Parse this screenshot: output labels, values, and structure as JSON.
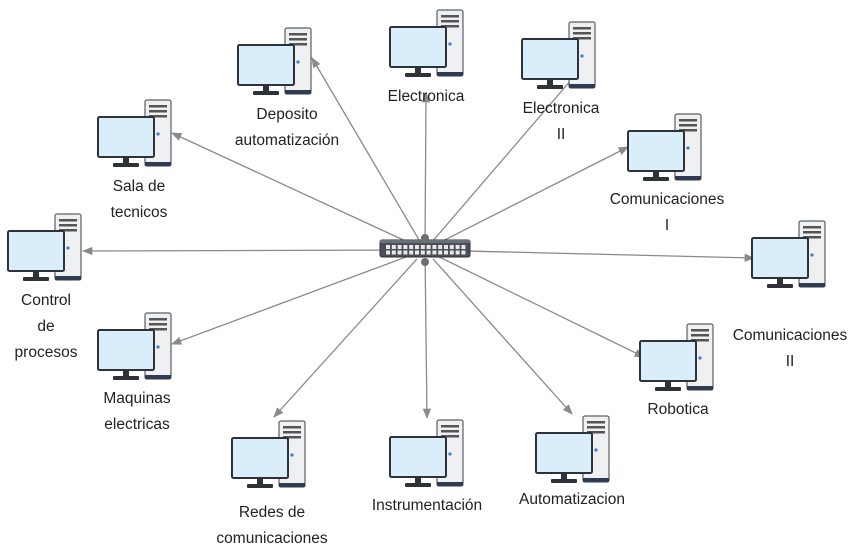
{
  "hub": {
    "icon": "network-switch-icon"
  },
  "nodes": [
    {
      "id": "deposito",
      "icon": "workstation-icon",
      "label": [
        "Deposito",
        "automatización"
      ]
    },
    {
      "id": "electronica",
      "icon": "workstation-icon",
      "label": [
        "Electronica"
      ]
    },
    {
      "id": "electronica-ii",
      "icon": "workstation-icon",
      "label": [
        "Electronica",
        "II"
      ]
    },
    {
      "id": "sala-tecnicos",
      "icon": "workstation-icon",
      "label": [
        "Sala de",
        "tecnicos"
      ]
    },
    {
      "id": "comunicaciones-i",
      "icon": "workstation-icon",
      "label": [
        "Comunicaciones",
        "I"
      ]
    },
    {
      "id": "control-procesos",
      "icon": "workstation-icon",
      "label": [
        "Control",
        "de",
        "procesos"
      ]
    },
    {
      "id": "comunicaciones-ii",
      "icon": "workstation-icon",
      "label": [
        "Comunicaciones",
        "II"
      ]
    },
    {
      "id": "maquinas",
      "icon": "workstation-icon",
      "label": [
        "Maquinas",
        "electricas"
      ]
    },
    {
      "id": "robotica",
      "icon": "workstation-icon",
      "label": [
        "Robotica"
      ]
    },
    {
      "id": "redes",
      "icon": "workstation-icon",
      "label": [
        "Redes de",
        "comunicaciones"
      ]
    },
    {
      "id": "instrumentacion",
      "icon": "workstation-icon",
      "label": [
        "Instrumentación"
      ]
    },
    {
      "id": "automatizacion",
      "icon": "workstation-icon",
      "label": [
        "Automatizacion"
      ]
    }
  ],
  "colors": {
    "screen": "#d9eefa",
    "tower": "#eef0f2",
    "arrow": "#8a8a8a"
  }
}
